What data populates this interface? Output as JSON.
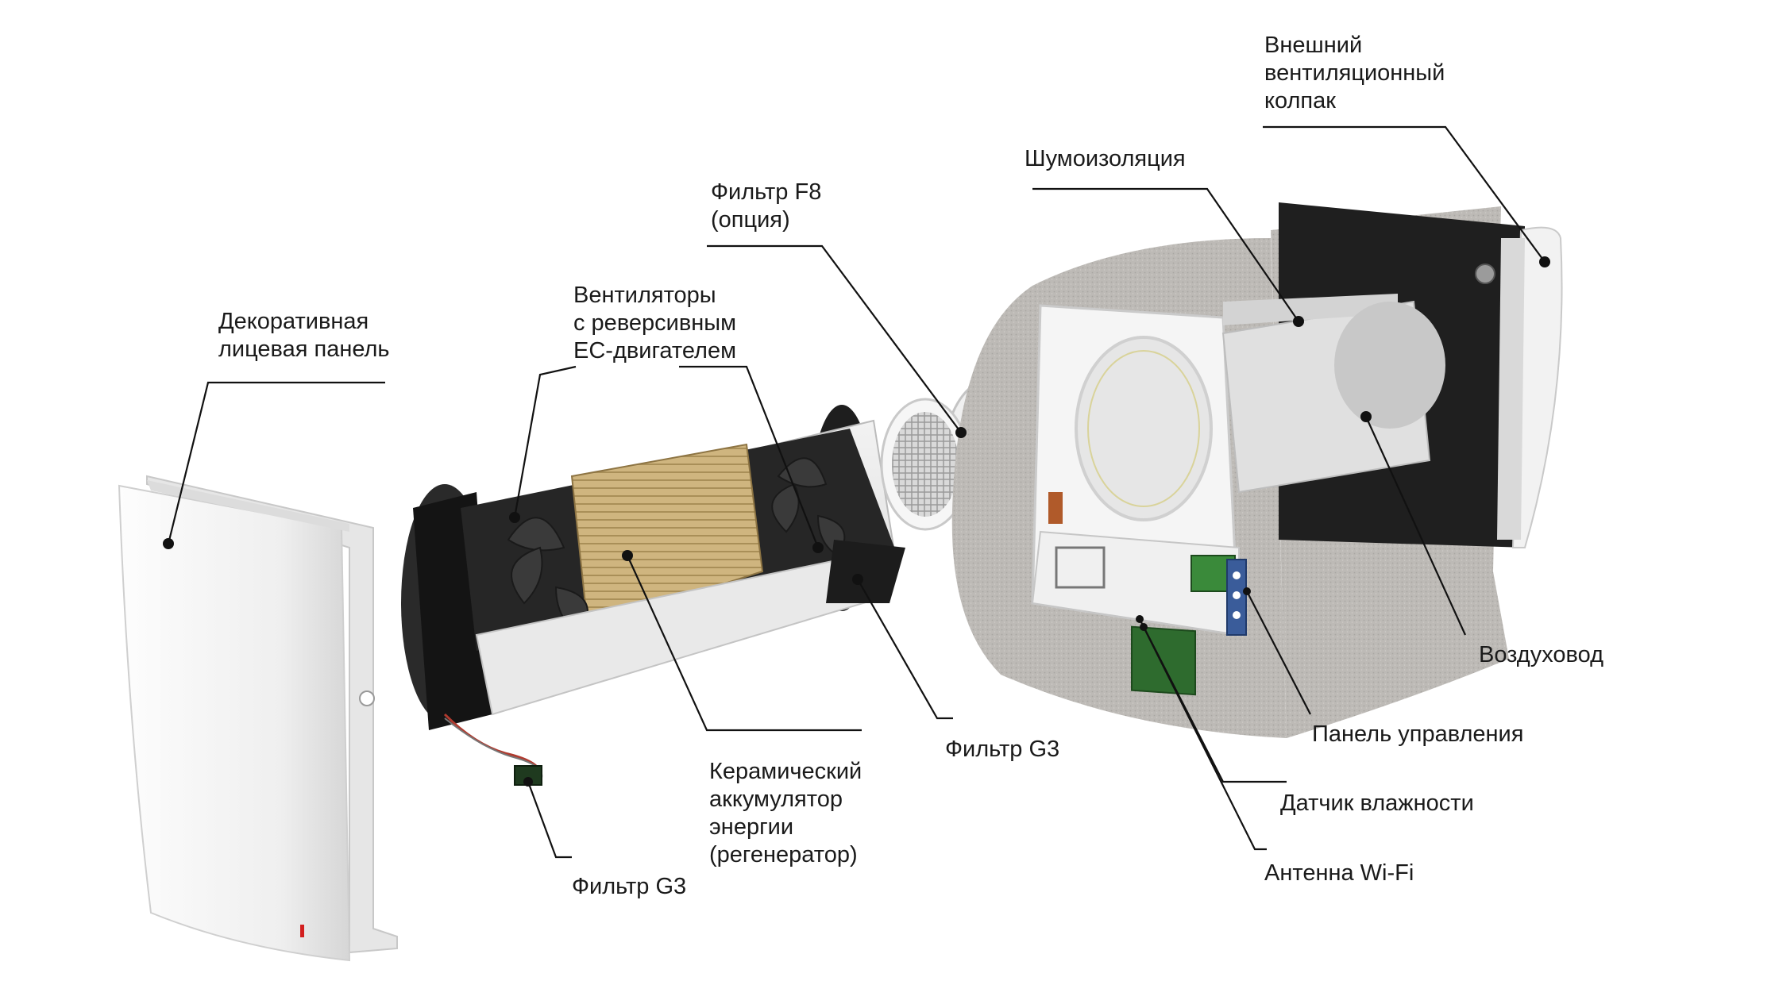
{
  "labels": {
    "external_hood": "Внешний\nвентиляционный\nколпак",
    "noise_insulation": "Шумоизоляция",
    "filter_f8": "Фильтр F8\n(опция)",
    "fans": "Вентиляторы\nс реверсивным\nEC-двигателем",
    "decorative_panel": "Декоративная\nлицевая панель",
    "air_duct": "Воздуховод",
    "control_panel": "Панель управления",
    "humidity_sensor": "Датчик влажности",
    "wifi_antenna": "Антенна Wi-Fi",
    "filter_g3_right": "Фильтр G3",
    "ceramic_accumulator": "Керамический\nаккумулятор\nэнергии\n(регенератор)",
    "filter_g3_left": "Фильтр G3"
  },
  "colors": {
    "insulation": "#b9b6b2",
    "panel_white": "#f4f4f4",
    "dark": "#1e1e1e",
    "regenerator": "#cdb37c",
    "line": "#111111"
  }
}
